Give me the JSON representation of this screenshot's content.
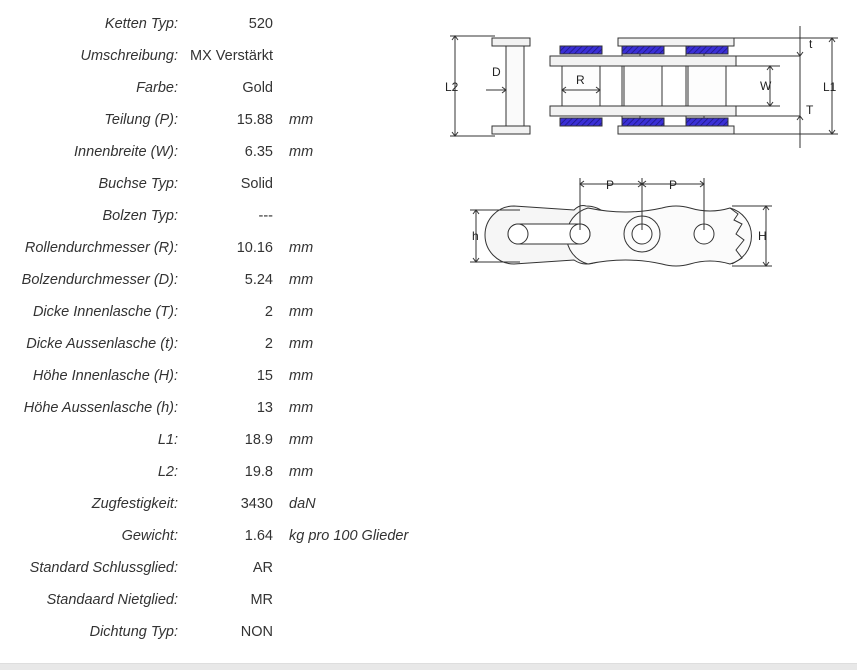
{
  "specs": [
    {
      "label": "Ketten Typ:",
      "value": "520",
      "unit": ""
    },
    {
      "label": "Umschreibung:",
      "value": "MX Verstärkt",
      "unit": ""
    },
    {
      "label": "Farbe:",
      "value": "Gold",
      "unit": ""
    },
    {
      "label": "Teilung (P):",
      "value": "15.88",
      "unit": "mm"
    },
    {
      "label": "Innenbreite (W):",
      "value": "6.35",
      "unit": "mm"
    },
    {
      "label": "Buchse Typ:",
      "value": "Solid",
      "unit": ""
    },
    {
      "label": "Bolzen Typ:",
      "value": "---",
      "unit": ""
    },
    {
      "label": "Rollendurchmesser (R):",
      "value": "10.16",
      "unit": "mm"
    },
    {
      "label": "Bolzendurchmesser (D):",
      "value": "5.24",
      "unit": "mm"
    },
    {
      "label": "Dicke Innenlasche (T):",
      "value": "2",
      "unit": "mm"
    },
    {
      "label": "Dicke Aussenlasche (t):",
      "value": "2",
      "unit": "mm"
    },
    {
      "label": "Höhe Innenlasche (H):",
      "value": "15",
      "unit": "mm"
    },
    {
      "label": "Höhe Aussenlasche (h):",
      "value": "13",
      "unit": "mm"
    },
    {
      "label": "L1:",
      "value": "18.9",
      "unit": "mm"
    },
    {
      "label": "L2:",
      "value": "19.8",
      "unit": "mm"
    },
    {
      "label": "Zugfestigkeit:",
      "value": "3430",
      "unit": "daN"
    },
    {
      "label": "Gewicht:",
      "value": "1.64",
      "unit": "kg pro 100 Glieder"
    },
    {
      "label": "Standard Schlussglied:",
      "value": "AR",
      "unit": ""
    },
    {
      "label": "Standaard Nietglied:",
      "value": "MR",
      "unit": ""
    },
    {
      "label": "Dichtung Typ:",
      "value": "NON",
      "unit": ""
    }
  ],
  "diagram": {
    "top_labels": {
      "t": "t",
      "T": "T",
      "W": "W",
      "L1": "L1",
      "L2": "L2",
      "D": "D",
      "R": "R"
    },
    "side_labels": {
      "P1": "P",
      "P2": "P",
      "h": "h",
      "H": "H"
    },
    "colors": {
      "seal": "#3a2fd6",
      "line": "#333333",
      "plate": "#f2f2f2"
    }
  }
}
